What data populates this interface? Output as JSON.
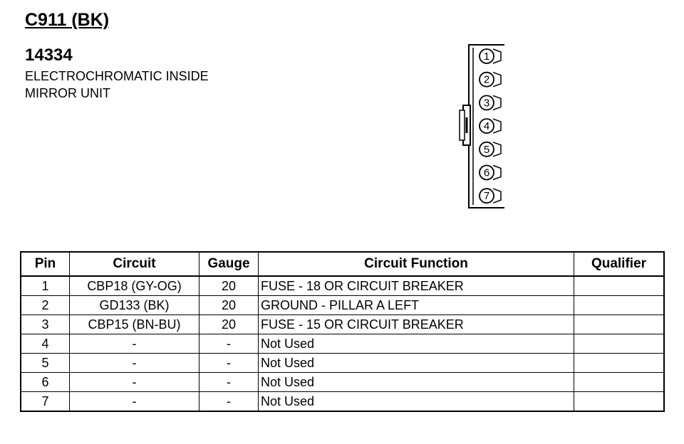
{
  "connector": {
    "id": "C911 (BK)",
    "part_number": "14334",
    "description_lines": [
      "ELECTROCHROMATIC INSIDE",
      "MIRROR UNIT"
    ]
  },
  "diagram": {
    "pin_labels": [
      "1",
      "2",
      "3",
      "4",
      "5",
      "6",
      "7"
    ]
  },
  "table": {
    "headers": [
      "Pin",
      "Circuit",
      "Gauge",
      "Circuit Function",
      "Qualifier"
    ],
    "rows": [
      {
        "pin": "1",
        "circuit": "CBP18 (GY-OG)",
        "gauge": "20",
        "function": "FUSE - 18 OR CIRCUIT BREAKER",
        "qualifier": ""
      },
      {
        "pin": "2",
        "circuit": "GD133 (BK)",
        "gauge": "20",
        "function": "GROUND - PILLAR A LEFT",
        "qualifier": ""
      },
      {
        "pin": "3",
        "circuit": "CBP15 (BN-BU)",
        "gauge": "20",
        "function": "FUSE - 15 OR CIRCUIT BREAKER",
        "qualifier": ""
      },
      {
        "pin": "4",
        "circuit": "-",
        "gauge": "-",
        "function": "Not Used",
        "qualifier": ""
      },
      {
        "pin": "5",
        "circuit": "-",
        "gauge": "-",
        "function": "Not Used",
        "qualifier": ""
      },
      {
        "pin": "6",
        "circuit": "-",
        "gauge": "-",
        "function": "Not Used",
        "qualifier": ""
      },
      {
        "pin": "7",
        "circuit": "-",
        "gauge": "-",
        "function": "Not Used",
        "qualifier": ""
      }
    ]
  }
}
